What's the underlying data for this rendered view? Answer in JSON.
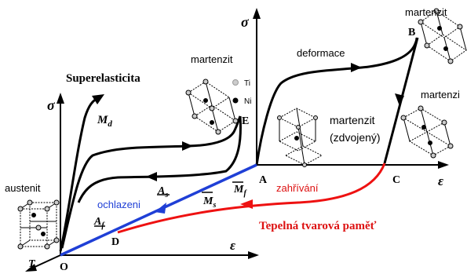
{
  "title": "Superelasticita",
  "axes": {
    "left_sigma": "σ",
    "right_sigma": "σ",
    "bottom_epsilon": "ε",
    "right_epsilon": "ε",
    "temperature": "T"
  },
  "points": {
    "O": "O",
    "A": "A",
    "B": "B",
    "C": "C",
    "D": "D",
    "E": "E"
  },
  "temperatures": {
    "Md": "M",
    "Md_sub": "d",
    "Mf": "M",
    "Mf_sub": "f",
    "Ms": "M",
    "Ms_sub": "s",
    "As": "A",
    "As_sub": "s",
    "Af": "A",
    "Af_sub": "f"
  },
  "labels": {
    "austenit": "austenit",
    "martenzit_top": "martenzit",
    "martenzit_left": "martenzit",
    "deformace": "deformace",
    "martenzit_twinned_1": "martenzit",
    "martenzit_twinned_2": "(zdvojený)",
    "martenzi_right": "martenzi",
    "ochlazeni": "ochlazeni",
    "zahrivani": "zahřívání",
    "shape_memory": "Tepelná tvarová paměť",
    "Ti": "Ti",
    "Ni": "Ni"
  },
  "colors": {
    "cooling_line": "#1f3fd6",
    "heating_line": "#ee1111",
    "shape_memory_text": "#dd1111",
    "ink": "#000000"
  }
}
